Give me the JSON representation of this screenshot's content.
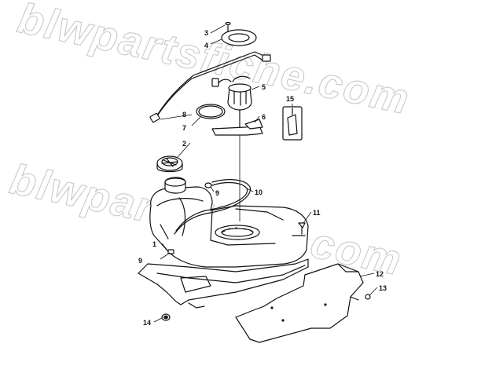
{
  "watermark": "blwpartsfiche.com",
  "callouts": [
    {
      "id": "c1",
      "label": "1"
    },
    {
      "id": "c2",
      "label": "2"
    },
    {
      "id": "c3",
      "label": "3"
    },
    {
      "id": "c4",
      "label": "4"
    },
    {
      "id": "c5",
      "label": "5"
    },
    {
      "id": "c6",
      "label": "6"
    },
    {
      "id": "c7",
      "label": "7"
    },
    {
      "id": "c8",
      "label": "8"
    },
    {
      "id": "c9a",
      "label": "9"
    },
    {
      "id": "c9b",
      "label": "9"
    },
    {
      "id": "c10",
      "label": "10"
    },
    {
      "id": "c11",
      "label": "11"
    },
    {
      "id": "c12",
      "label": "12"
    },
    {
      "id": "c13",
      "label": "13"
    },
    {
      "id": "c14",
      "label": "14"
    },
    {
      "id": "c15",
      "label": "15"
    }
  ]
}
